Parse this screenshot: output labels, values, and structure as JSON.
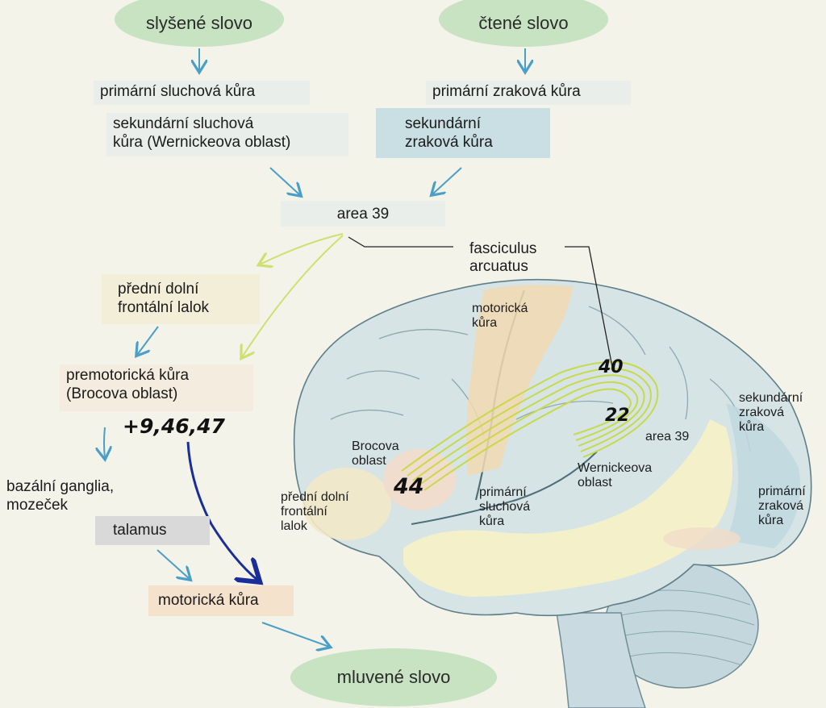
{
  "top": {
    "heard_word": "slyšené slovo",
    "read_word": "čtené slovo"
  },
  "left_flow": {
    "primary_auditory": "primární sluchová kůra",
    "secondary_auditory_line1": "sekundární sluchová",
    "secondary_auditory_line2": "kůra (Wernickeova oblast)",
    "anterior_inferior_line1": "přední dolní",
    "anterior_inferior_line2": "frontální lalok",
    "premotor_line1": "premotorická kůra",
    "premotor_line2": "(Brocova oblast)",
    "basal_line1": "bazální ganglia,",
    "basal_line2": "mozeček",
    "thalamus": "talamus",
    "motor_cortex": "motorická kůra",
    "spoken_word": "mluvené slovo"
  },
  "right_flow": {
    "primary_visual": "primární zraková kůra",
    "secondary_visual_line1": "sekundární",
    "secondary_visual_line2": "zraková kůra"
  },
  "center": {
    "area39": "area 39",
    "fasciculus_line1": "fasciculus",
    "fasciculus_line2": "arcuatus"
  },
  "brain_labels": {
    "motor_line1": "motorická",
    "motor_line2": "kůra",
    "broca_line1": "Brocova",
    "broca_line2": "oblast",
    "frontal_line1": "přední dolní",
    "frontal_line2": "frontální",
    "frontal_line3": "lalok",
    "auditory_line1": "primární",
    "auditory_line2": "sluchová",
    "auditory_line3": "kůra",
    "wernicke_line1": "Wernickeova",
    "wernicke_line2": "oblast",
    "area39": "area 39",
    "sec_visual_line1": "sekundární",
    "sec_visual_line2": "zraková",
    "sec_visual_line3": "kůra",
    "prim_visual_line1": "primární",
    "prim_visual_line2": "zraková",
    "prim_visual_line3": "kůra"
  },
  "handwritten": {
    "brodmann_list": "+9,46,47",
    "n44": "44",
    "n40": "40",
    "n22": "22"
  },
  "colors": {
    "arrow_blue": "#4a9fc8",
    "arrow_yellow": "#cfe070",
    "pen_blue": "#1a2e9a",
    "oval_green": "#c8e3c2"
  }
}
